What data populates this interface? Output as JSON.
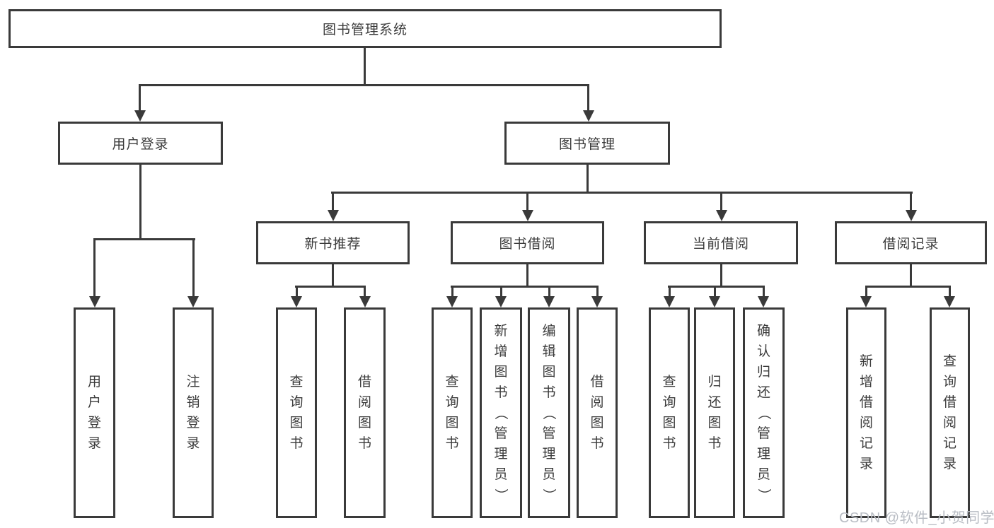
{
  "root": {
    "label": "图书管理系统"
  },
  "branches": [
    {
      "label": "用户登录",
      "children": [
        {
          "label": "用户登录"
        },
        {
          "label": "注销登录"
        }
      ]
    },
    {
      "label": "图书管理",
      "sections": [
        {
          "label": "新书推荐",
          "children": [
            {
              "label": "查询图书"
            },
            {
              "label": "借阅图书"
            }
          ]
        },
        {
          "label": "图书借阅",
          "children": [
            {
              "label": "查询图书"
            },
            {
              "label": "新增图书（管理员）"
            },
            {
              "label": "编辑图书（管理员）"
            },
            {
              "label": "借阅图书"
            }
          ]
        },
        {
          "label": "当前借阅",
          "children": [
            {
              "label": "查询图书"
            },
            {
              "label": "归还图书"
            },
            {
              "label": "确认归还（管理员）"
            }
          ]
        },
        {
          "label": "借阅记录",
          "children": [
            {
              "label": "新增借阅记录"
            },
            {
              "label": "查询借阅记录"
            }
          ]
        }
      ]
    }
  ],
  "watermark": {
    "text": "CSDN @软件_小贺同学"
  },
  "colors": {
    "line": "#3a3a3a",
    "text": "#3b3b3b",
    "background": "#ffffff",
    "watermark": "#b9bdc4"
  }
}
